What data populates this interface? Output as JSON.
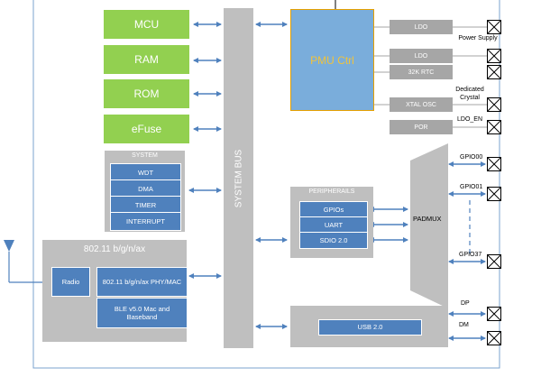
{
  "blocks": {
    "mcu": "MCU",
    "ram": "RAM",
    "rom": "ROM",
    "efuse": "eFuse",
    "system_bus": "SYSTEM BUS",
    "pmu": "PMU Ctrl",
    "padmux": "PADMUX"
  },
  "system": {
    "title": "SYSTEM",
    "items": [
      "WDT",
      "DMA",
      "TIMER",
      "INTERRUPT"
    ]
  },
  "peripherals": {
    "title": "PERIPHERAILS",
    "items": [
      "GPIOs",
      "UART",
      "SDIO 2.0"
    ]
  },
  "wifi": {
    "title": "802.11 b/g/n/ax",
    "radio": "Radio",
    "phy_mac": "802.11 b/g/n/ax PHY/MAC",
    "ble": "BLE v5.0 Mac and Baseband"
  },
  "usb": {
    "label": "USB 2.0"
  },
  "power": {
    "ldo1": "LDO",
    "ldo2": "LDO",
    "rtc": "32K RTC",
    "xtal": "XTAL OSC",
    "por": "POR"
  },
  "pins": {
    "power_supply": "Power Supply",
    "dedicated_crystal": "Dedicated Crystal",
    "ldo_en": "LDO_EN",
    "gpio00": "GPIO00",
    "gpio01": "GPIO01",
    "gpio37": "GPIO37",
    "dp": "DP",
    "dm": "DM"
  },
  "colors": {
    "green": "#92d050",
    "grey": "#bfbfbf",
    "blue": "#4f81bd",
    "pmu": "#7aaddb",
    "pmu_border": "#e5a000",
    "pmu_text": "#f0c33c",
    "arrow": "#4f81bd",
    "frame": "#7ba3cf"
  }
}
